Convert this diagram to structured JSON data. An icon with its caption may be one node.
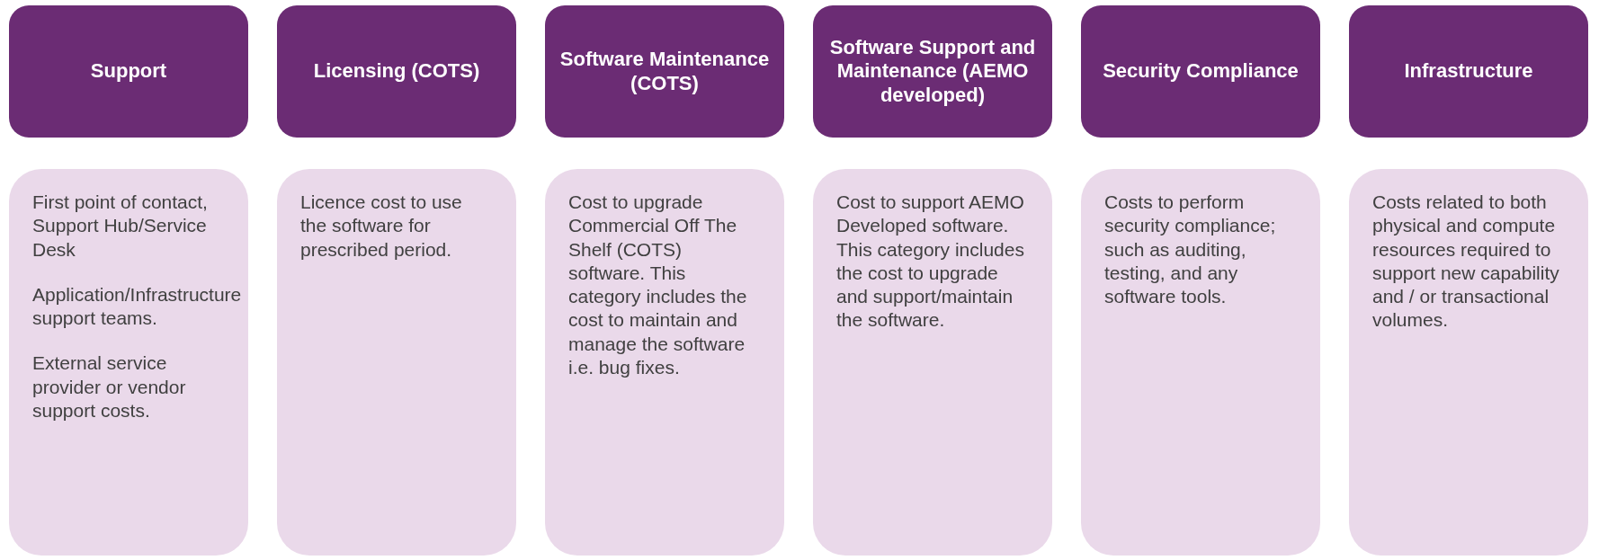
{
  "diagram": {
    "nodes": [
      {
        "text": [
          "Support"
        ]
      },
      {
        "text": [
          "Licensing (COTS)"
        ]
      },
      {
        "text": [
          "Software Maintenance (COTS)"
        ]
      },
      {
        "text": [
          "Software Support and Maintenance (AEMO developed)"
        ]
      },
      {
        "text": [
          "Security Compliance"
        ]
      },
      {
        "text": [
          "Infrastructure"
        ]
      },
      {
        "text": [
          "First point of contact, Support Hub/Service Desk",
          "Application/Infrastructure support teams.",
          "External service provider or vendor support costs."
        ]
      },
      {
        "text": [
          "Licence cost to use the software for prescribed period."
        ]
      },
      {
        "text": [
          "Cost to upgrade Commercial Off The Shelf (COTS) software. This category includes the cost to maintain and manage the software i.e. bug fixes."
        ]
      },
      {
        "text": [
          "Cost to support AEMO Developed software. This category includes the cost to upgrade and support/maintain the software."
        ]
      },
      {
        "text": [
          "Costs to perform security compliance; such as auditing, testing, and any software tools."
        ]
      },
      {
        "text": [
          "Costs related to both physical and compute resources required to support new capability and / or transactional volumes."
        ]
      }
    ]
  }
}
